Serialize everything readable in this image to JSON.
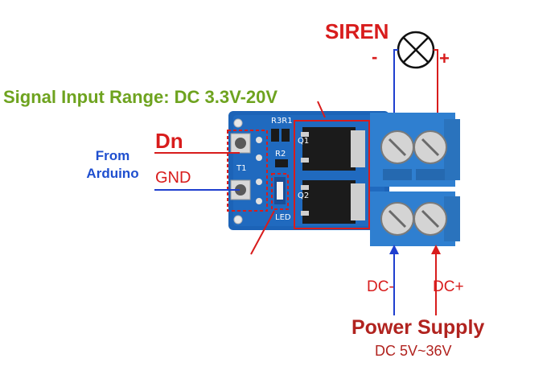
{
  "labels": {
    "siren": "SIREN",
    "siren_minus": "-",
    "siren_plus": "+",
    "signal_range": "Signal Input Range: DC 3.3V-20V",
    "dn": "Dn",
    "gnd": "GND",
    "from_line1": "From",
    "from_line2": "Arduino",
    "dc_minus": "DC-",
    "dc_plus": "DC+",
    "power_supply": "Power Supply",
    "power_voltage": "DC 5V~36V"
  },
  "silkscreen": {
    "r3r1": "R3R1",
    "r2": "R2",
    "q1": "Q1",
    "q2": "Q2",
    "led": "LED",
    "t1": "T1"
  },
  "colors": {
    "pcb": "#1c63b7",
    "terminal": "#2f7fd0",
    "annotation_red": "#d81c1c",
    "wire_blue": "#1f3fcf",
    "signal_green": "#6ea31f"
  }
}
